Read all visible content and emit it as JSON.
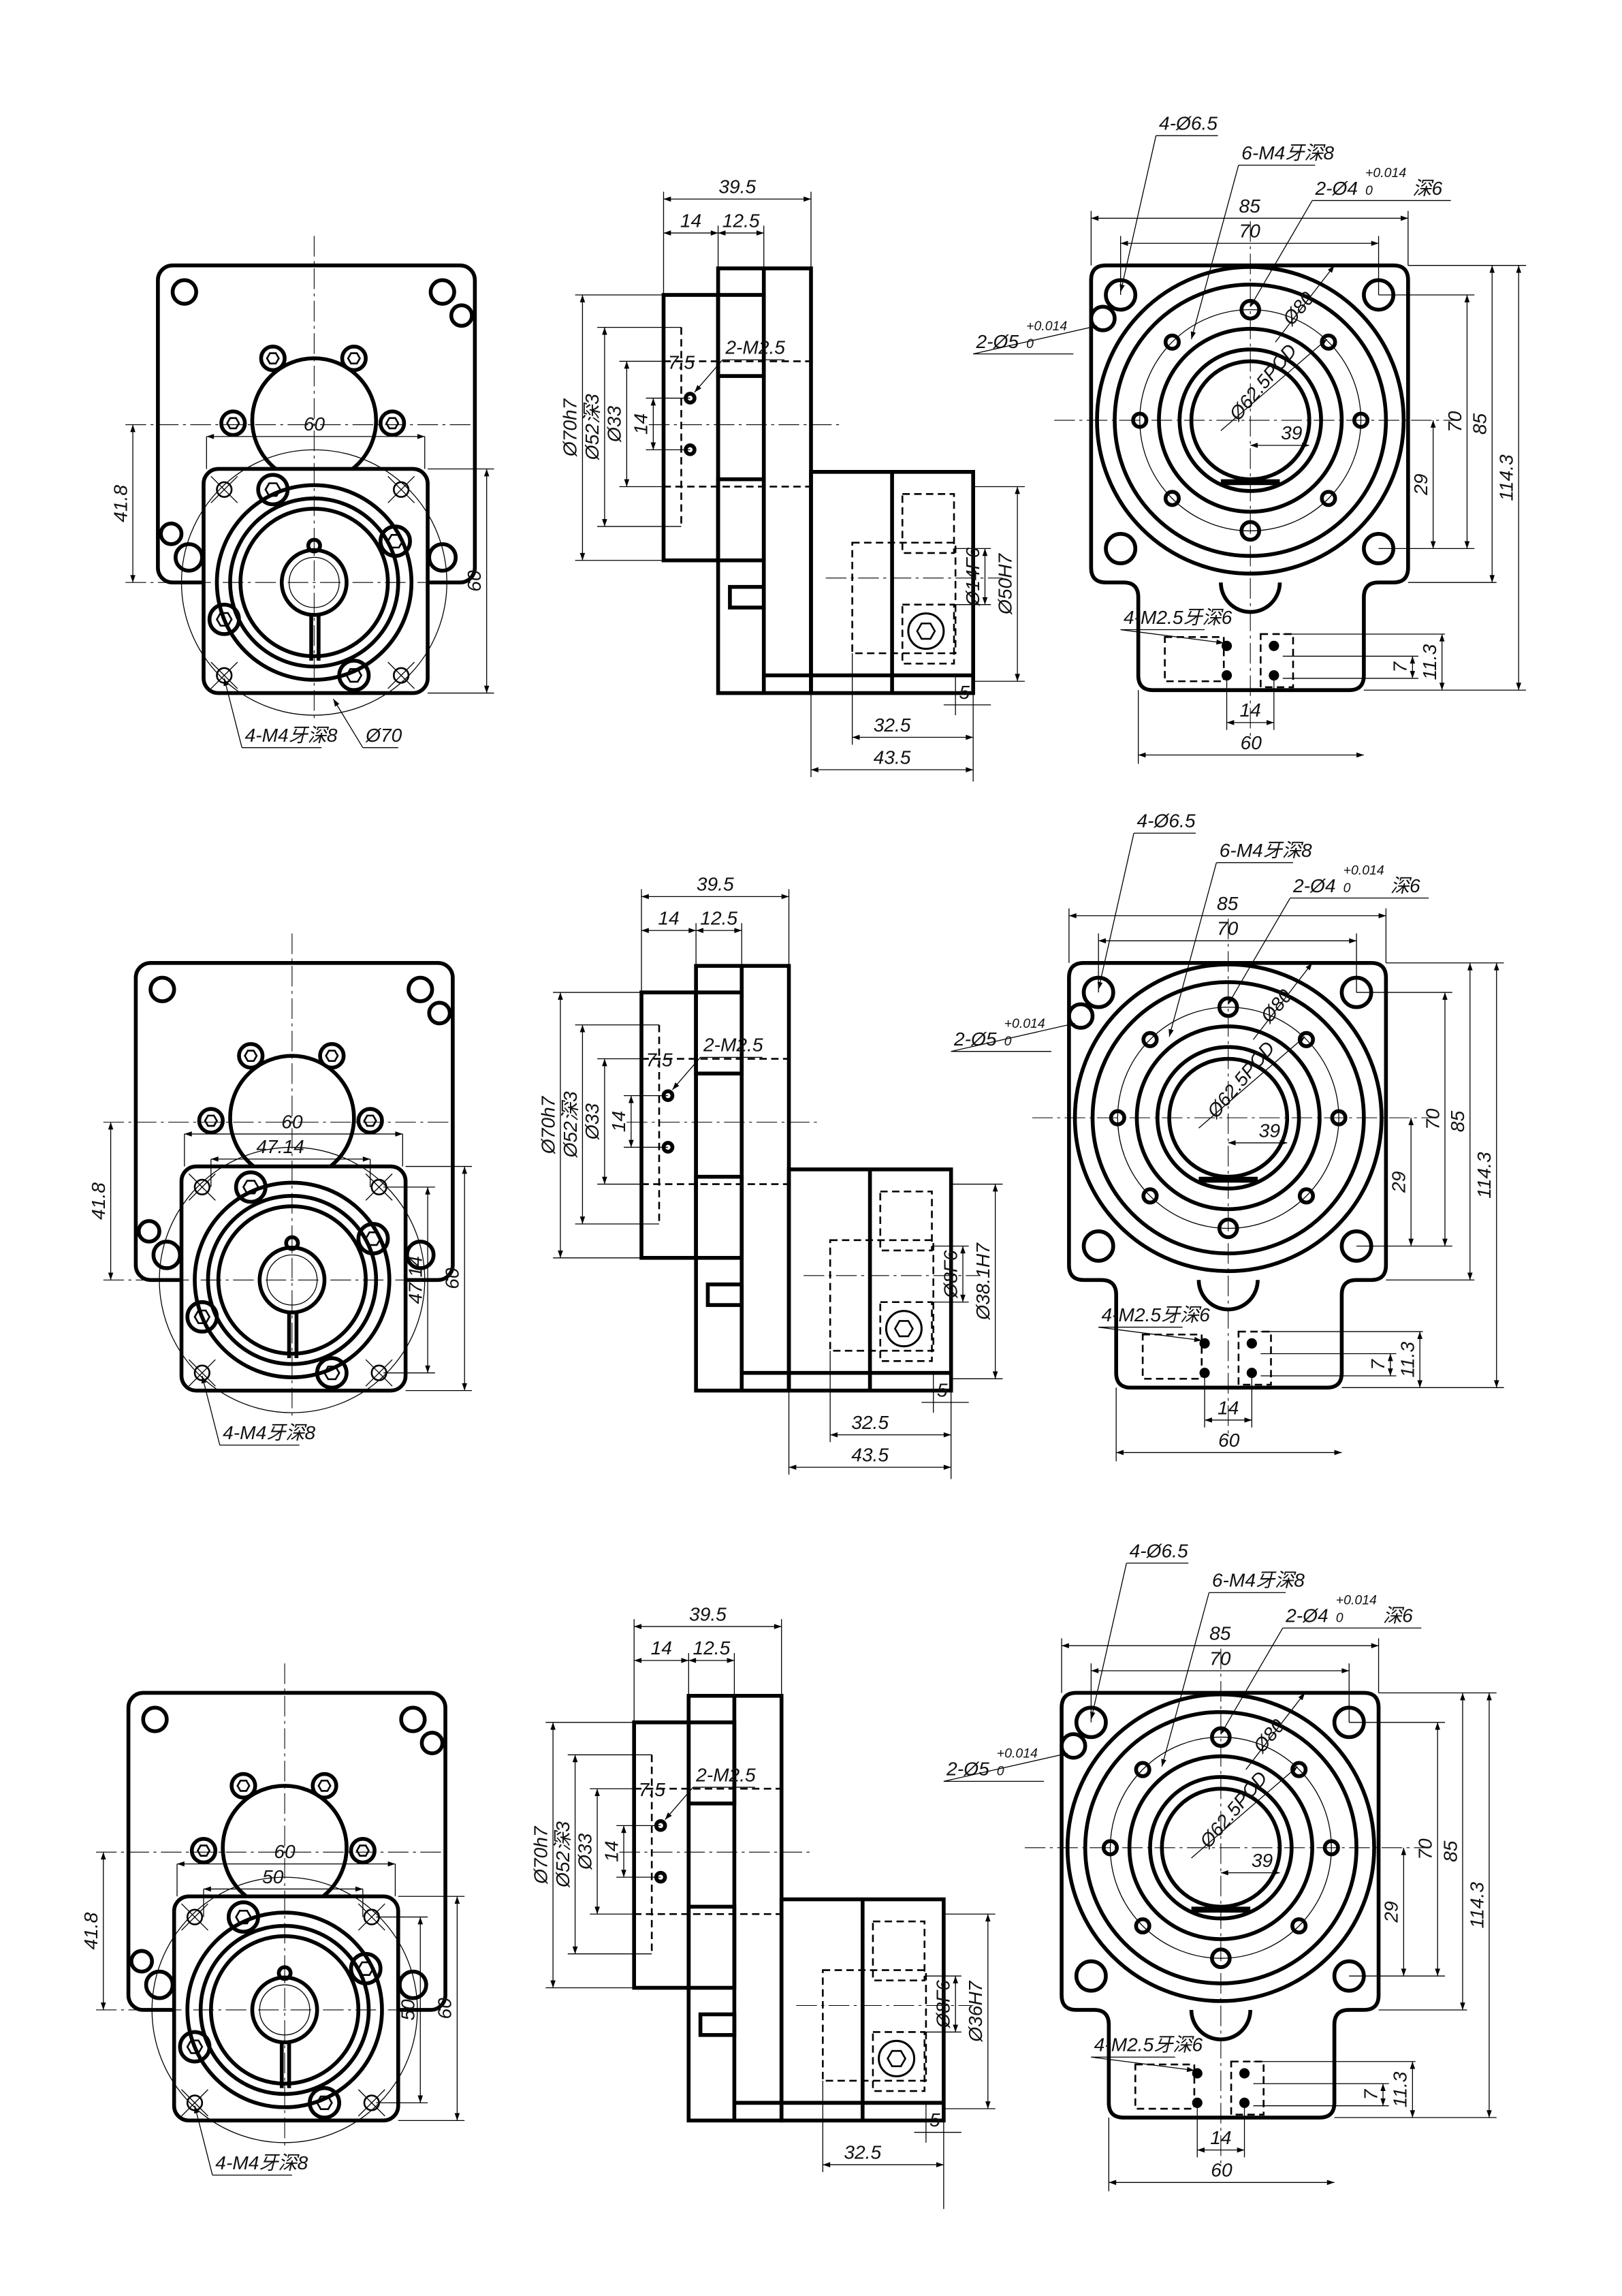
{
  "rows": [
    {
      "front": {
        "flange_width": "60",
        "height_offset": "41.8",
        "flange_height": "60",
        "corner_threads": "4-M4牙深8",
        "pcd": "Ø70"
      },
      "side": {
        "total_length": "39.5",
        "flange_length": "14",
        "step_length": "12.5",
        "pilot": "Ø70h7",
        "recess": "Ø52深3",
        "boss": "Ø33",
        "hole_pitch": "14",
        "hole_offset": "7.5",
        "threads": "2-M2.5",
        "shaft": "Ø14F6",
        "motor_pilot": "Ø50H7",
        "shaft_offset": "5",
        "motor_depth": "32.5",
        "overall_depth": "43.5"
      },
      "top": {
        "mount_holes": "4-Ø6.5",
        "output_threads": "6-M4牙深8",
        "pin_holes": "2-Ø4",
        "pin_tol_upper": "+0.014",
        "pin_tol_lower": "0",
        "pin_depth": "深6",
        "dowel_holes": "2-Ø5",
        "dowel_tol_upper": "+0.014",
        "dowel_tol_lower": "0",
        "outer_width": "85",
        "hole_spacing_width": "70",
        "hole_spacing_height": "70",
        "outer_height": "85",
        "total_height": "114.3",
        "center_to_hole": "29",
        "tab_offset": "11.3",
        "tab_pitch_v": "7",
        "tab_pitch_h": "14",
        "tab_width": "60",
        "bore_offset": "39",
        "pcd": "Ø62.5PCD",
        "ring": "Ø80",
        "tab_threads": "4-M2.5牙深6"
      }
    },
    {
      "front": {
        "flange_width": "60",
        "bolt_spacing_h": "47.14",
        "height_offset": "41.8",
        "bolt_spacing_v": "47.14",
        "flange_height": "60",
        "corner_threads": "4-M4牙深8"
      },
      "side": {
        "total_length": "39.5",
        "flange_length": "14",
        "step_length": "12.5",
        "pilot": "Ø70h7",
        "recess": "Ø52深3",
        "boss": "Ø33",
        "hole_pitch": "14",
        "hole_offset": "7.5",
        "threads": "2-M2.5",
        "shaft": "Ø8F6",
        "motor_pilot": "Ø38.1H7",
        "shaft_offset": "5",
        "motor_depth": "32.5",
        "overall_depth": "43.5"
      },
      "top": {
        "mount_holes": "4-Ø6.5",
        "output_threads": "6-M4牙深8",
        "pin_holes": "2-Ø4",
        "pin_tol_upper": "+0.014",
        "pin_tol_lower": "0",
        "pin_depth": "深6",
        "dowel_holes": "2-Ø5",
        "dowel_tol_upper": "+0.014",
        "dowel_tol_lower": "0",
        "outer_width": "85",
        "hole_spacing_width": "70",
        "hole_spacing_height": "70",
        "outer_height": "85",
        "total_height": "114.3",
        "center_to_hole": "29",
        "tab_offset": "11.3",
        "tab_pitch_v": "7",
        "tab_pitch_h": "14",
        "tab_width": "60",
        "bore_offset": "39",
        "pcd": "Ø62.5PCD",
        "ring": "Ø80",
        "tab_threads": "4-M2.5牙深6"
      }
    },
    {
      "front": {
        "flange_width": "60",
        "bolt_spacing_h": "50",
        "height_offset": "41.8",
        "bolt_spacing_v": "50",
        "flange_height": "60",
        "corner_threads": "4-M4牙深8"
      },
      "side": {
        "total_length": "39.5",
        "flange_length": "14",
        "step_length": "12.5",
        "pilot": "Ø70h7",
        "recess": "Ø52深3",
        "boss": "Ø33",
        "hole_pitch": "14",
        "hole_offset": "7.5",
        "threads": "2-M2.5",
        "shaft": "Ø8F6",
        "motor_pilot": "Ø36H7",
        "shaft_offset": "5",
        "motor_depth": "32.5"
      },
      "top": {
        "mount_holes": "4-Ø6.5",
        "output_threads": "6-M4牙深8",
        "pin_holes": "2-Ø4",
        "pin_tol_upper": "+0.014",
        "pin_tol_lower": "0",
        "pin_depth": "深6",
        "dowel_holes": "2-Ø5",
        "dowel_tol_upper": "+0.014",
        "dowel_tol_lower": "0",
        "outer_width": "85",
        "hole_spacing_width": "70",
        "hole_spacing_height": "70",
        "outer_height": "85",
        "total_height": "114.3",
        "center_to_hole": "29",
        "tab_offset": "11.3",
        "tab_pitch_v": "7",
        "tab_pitch_h": "14",
        "tab_width": "60",
        "bore_offset": "39",
        "pcd": "Ø62.5PCD",
        "ring": "Ø80",
        "tab_threads": "4-M2.5牙深6"
      }
    }
  ]
}
